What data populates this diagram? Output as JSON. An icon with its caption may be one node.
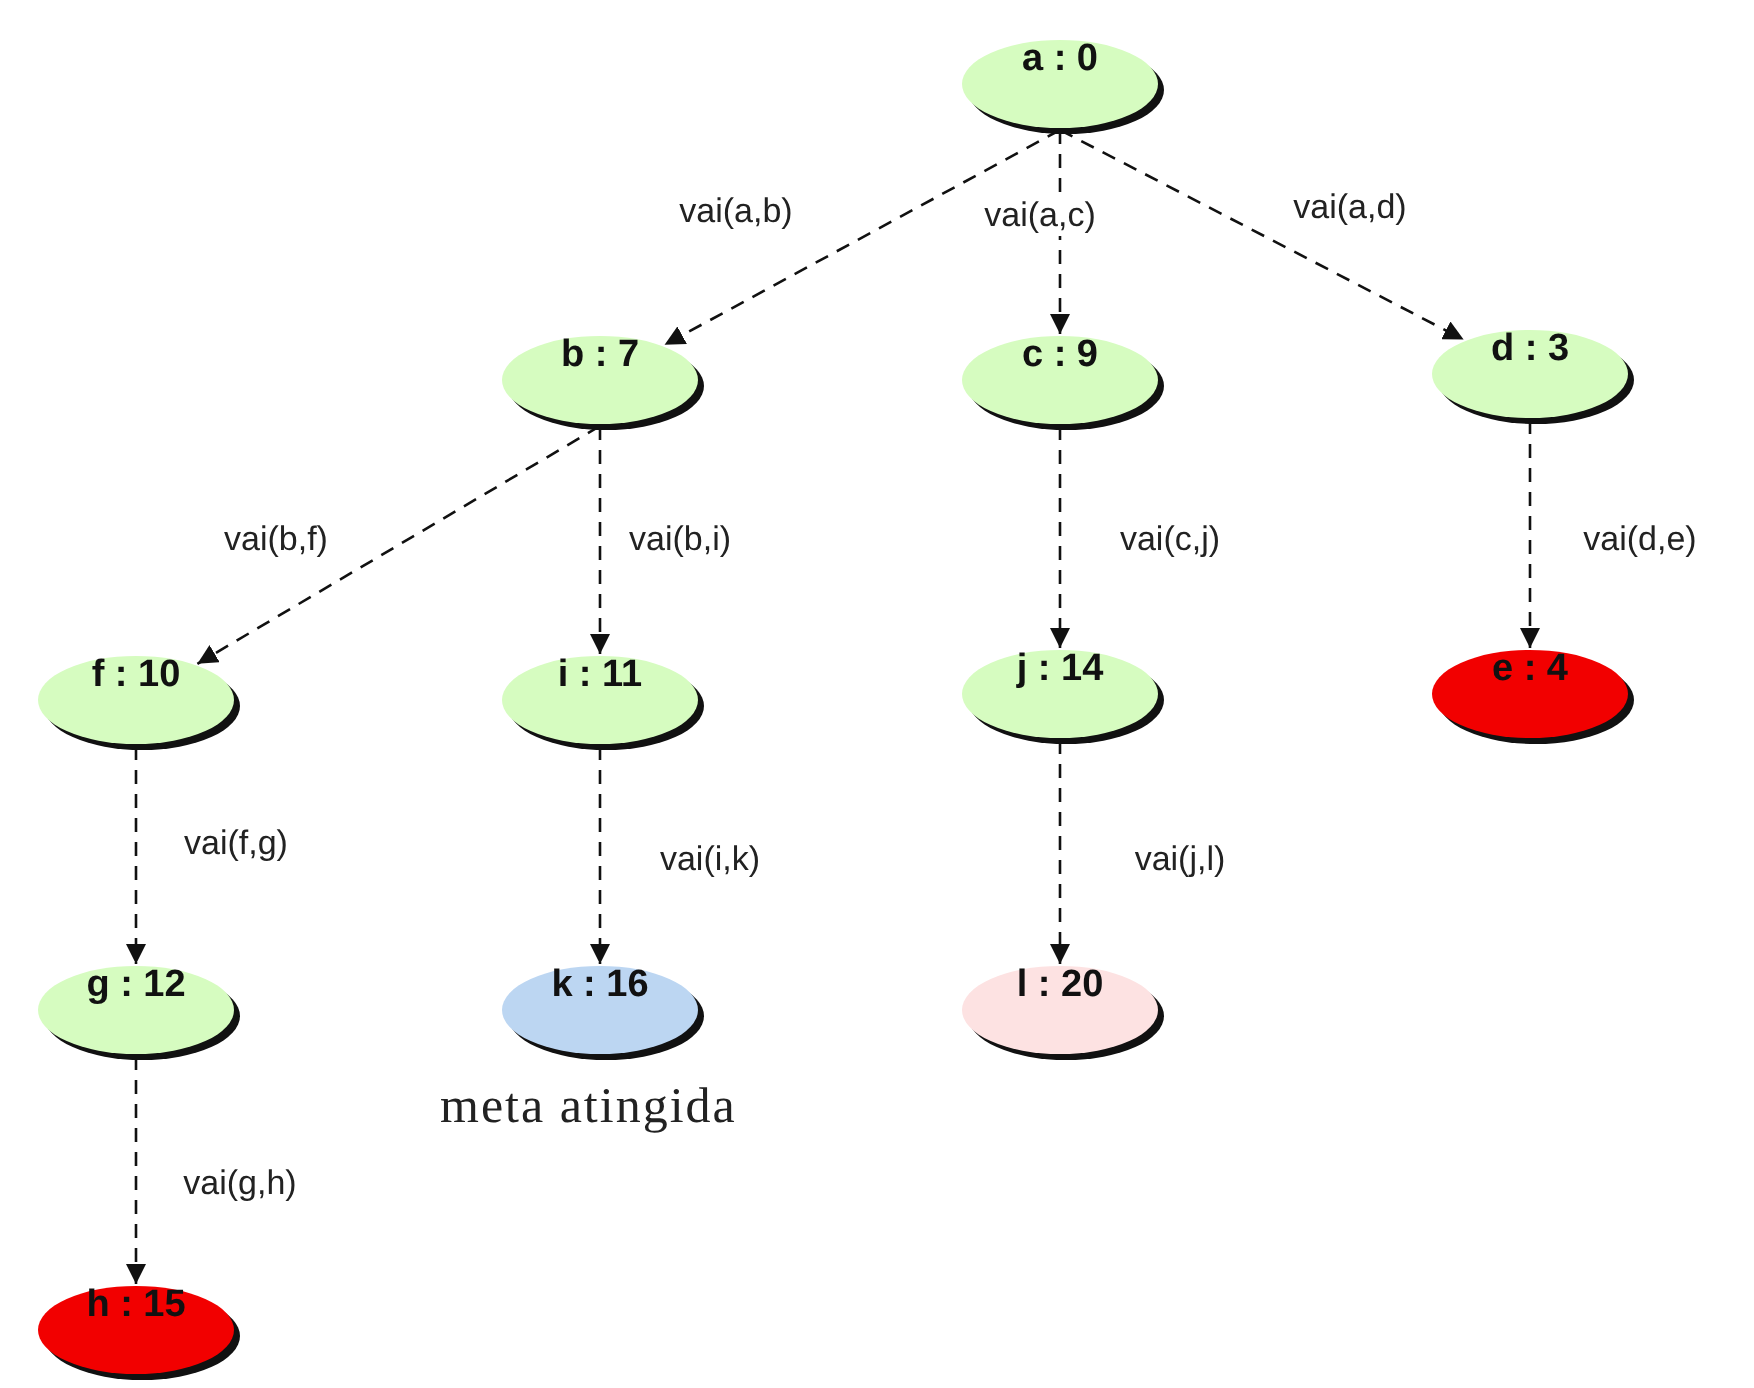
{
  "diagram": {
    "nodes": [
      {
        "text": [
          "a : 0"
        ]
      },
      {
        "text": [
          "b : 7"
        ]
      },
      {
        "text": [
          "c : 9"
        ]
      },
      {
        "text": [
          "d : 3"
        ]
      },
      {
        "text": [
          "f : 10"
        ]
      },
      {
        "text": [
          "i : 11"
        ]
      },
      {
        "text": [
          "j : 14"
        ]
      },
      {
        "text": [
          "e : 4"
        ]
      },
      {
        "text": [
          "g : 12"
        ]
      },
      {
        "text": [
          "k : 16"
        ],
        "beside": [
          "meta atingida"
        ]
      },
      {
        "text": [
          "l : 20"
        ]
      },
      {
        "text": [
          "h : 15"
        ]
      }
    ],
    "edges": [
      {
        "from": 0,
        "to": 1,
        "arrow": "to",
        "label": "vai(a,b)",
        "style": "dashed"
      },
      {
        "from": 0,
        "to": 2,
        "arrow": "to",
        "label": "vai(a,c)",
        "style": "dashed"
      },
      {
        "from": 0,
        "to": 3,
        "arrow": "to",
        "label": "vai(a,d)",
        "style": "dashed"
      },
      {
        "from": 1,
        "to": 4,
        "arrow": "to",
        "label": "vai(b,f)",
        "style": "dashed"
      },
      {
        "from": 1,
        "to": 5,
        "arrow": "to",
        "label": "vai(b,i)",
        "style": "dashed"
      },
      {
        "from": 2,
        "to": 6,
        "arrow": "to",
        "label": "vai(c,j)",
        "style": "dashed"
      },
      {
        "from": 3,
        "to": 7,
        "arrow": "to",
        "label": "vai(d,e)",
        "style": "dashed"
      },
      {
        "from": 4,
        "to": 8,
        "arrow": "to",
        "label": "vai(f,g)",
        "style": "dashed"
      },
      {
        "from": 5,
        "to": 9,
        "arrow": "to",
        "label": "vai(i,k)",
        "style": "dashed"
      },
      {
        "from": 6,
        "to": 10,
        "arrow": "to",
        "label": "vai(j,l)",
        "style": "dashed"
      },
      {
        "from": 8,
        "to": 11,
        "arrow": "to",
        "label": "vai(g,h)",
        "style": "dashed"
      }
    ]
  }
}
